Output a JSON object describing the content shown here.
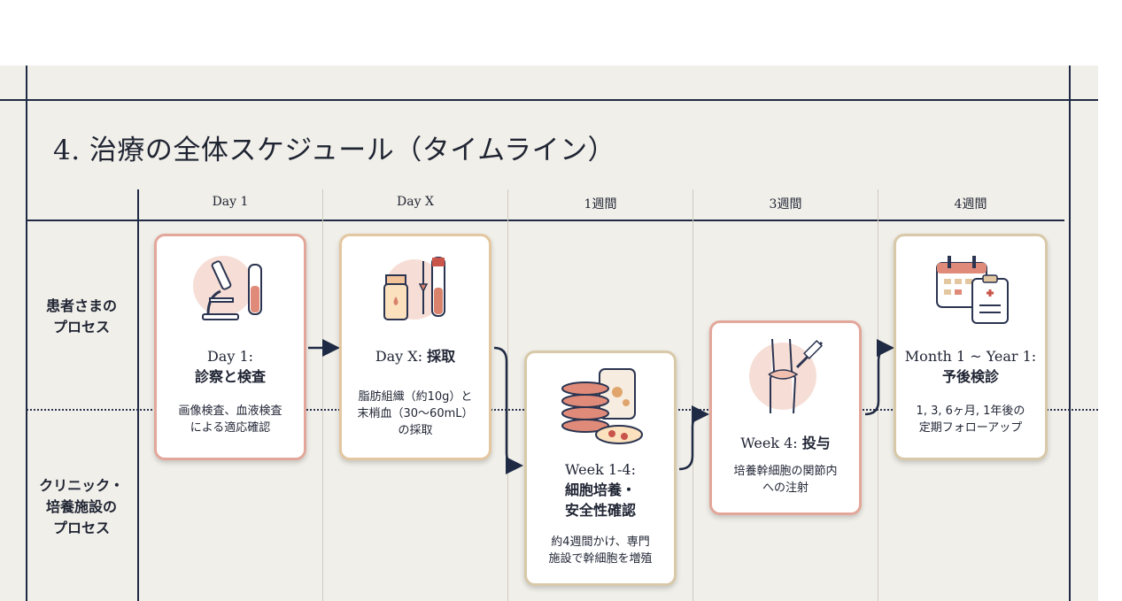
{
  "title": "4. 治療の全体スケジュール（タイムライン）",
  "columns": [
    "Day 1",
    "Day X",
    "1週間",
    "3週間",
    "4週間"
  ],
  "rows": {
    "patient": [
      "患者さまの",
      "プロセス"
    ],
    "clinic": [
      "クリニック・",
      "培養施設の",
      "プロセス"
    ]
  },
  "steps": [
    {
      "title_en": "Day 1:",
      "title_ja": "診察と検査",
      "desc": [
        "画像検査、血液検査",
        "による適応確認"
      ],
      "icon": "microscope-icon"
    },
    {
      "title_en": "Day X: ",
      "title_ja": "採取",
      "desc": [
        "脂肪組織（約10g）と",
        "末梢血（30〜60mL）",
        "の採取"
      ],
      "icon": "vial-syringe-icon"
    },
    {
      "title_en": "Week 1-4:",
      "title_ja": "細胞培養・",
      "title_ja2": "安全性確認",
      "desc": [
        "約4週間かけ、専門",
        "施設で幹細胞を増殖"
      ],
      "icon": "petri-dish-icon"
    },
    {
      "title_en": "Week 4: ",
      "title_ja": "投与",
      "desc": [
        "培養幹細胞の関節内",
        "への注射"
      ],
      "icon": "knee-injection-icon"
    },
    {
      "title_en": "Month 1 ~ Year 1:",
      "title_ja": "予後検診",
      "desc": [
        "1, 3, 6ヶ月, 1年後の",
        "定期フォローアップ"
      ],
      "icon": "calendar-clipboard-icon"
    }
  ],
  "colors": {
    "line": "#1f2a44",
    "pink": "#e2a79a",
    "gold": "#e3c7a0",
    "background": "#f1efe9"
  }
}
